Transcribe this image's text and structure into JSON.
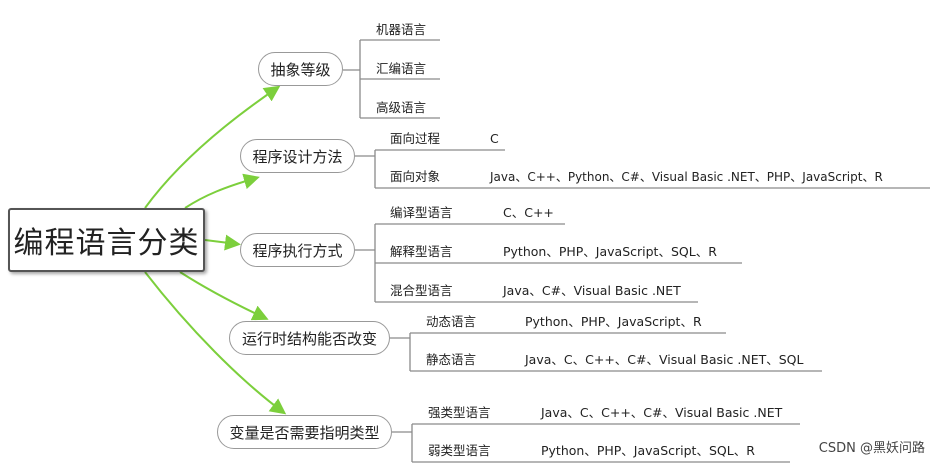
{
  "root": {
    "label": "编程语言分类"
  },
  "branches": [
    {
      "label": "抽象等级",
      "items": [
        {
          "name": "机器语言",
          "value": ""
        },
        {
          "name": "汇编语言",
          "value": ""
        },
        {
          "name": "高级语言",
          "value": ""
        }
      ]
    },
    {
      "label": "程序设计方法",
      "items": [
        {
          "name": "面向过程",
          "value": "C"
        },
        {
          "name": "面向对象",
          "value": "Java、C++、Python、C#、Visual Basic .NET、PHP、JavaScript、R"
        }
      ]
    },
    {
      "label": "程序执行方式",
      "items": [
        {
          "name": "编译型语言",
          "value": "C、C++"
        },
        {
          "name": "解释型语言",
          "value": "Python、PHP、JavaScript、SQL、R"
        },
        {
          "name": "混合型语言",
          "value": "Java、C#、Visual Basic .NET"
        }
      ]
    },
    {
      "label": "运行时结构能否改变",
      "items": [
        {
          "name": "动态语言",
          "value": "Python、PHP、JavaScript、R"
        },
        {
          "name": "静态语言",
          "value": "Java、C、C++、C#、Visual Basic .NET、SQL"
        }
      ]
    },
    {
      "label": "变量是否需要指明类型",
      "items": [
        {
          "name": "强类型语言",
          "value": "Java、C、C++、C#、Visual Basic .NET"
        },
        {
          "name": "弱类型语言",
          "value": "Python、PHP、JavaScript、SQL、R"
        }
      ]
    }
  ],
  "watermark": "CSDN @黑妖问路",
  "colors": {
    "arrow": "#7ccf3c",
    "line": "#8a8a8a",
    "border": "#555555"
  }
}
